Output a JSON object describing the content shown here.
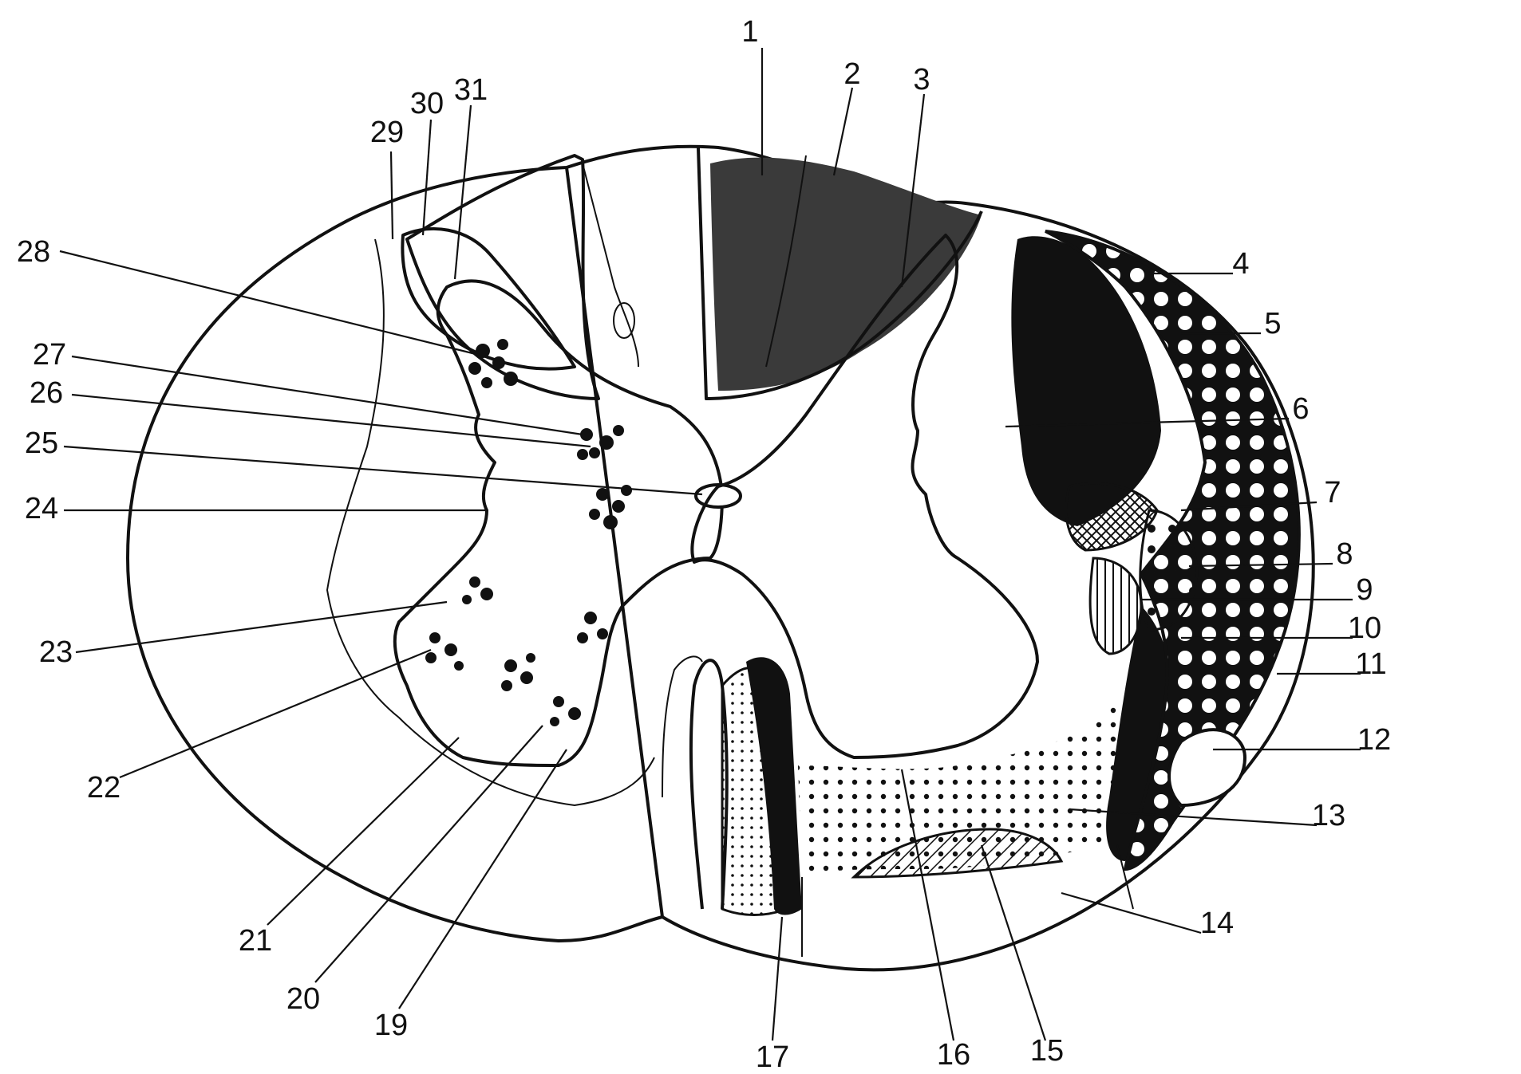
{
  "labels": [
    "1",
    "2",
    "3",
    "4",
    "5",
    "6",
    "7",
    "8",
    "9",
    "10",
    "11",
    "12",
    "13",
    "14",
    "15",
    "16",
    "17",
    "19",
    "20",
    "21",
    "22",
    "23",
    "24",
    "25",
    "26",
    "27",
    "28",
    "29",
    "30",
    "31"
  ],
  "colors": {
    "ink": "#111111",
    "paper": "#ffffff",
    "shade": "#3a3a3a"
  }
}
